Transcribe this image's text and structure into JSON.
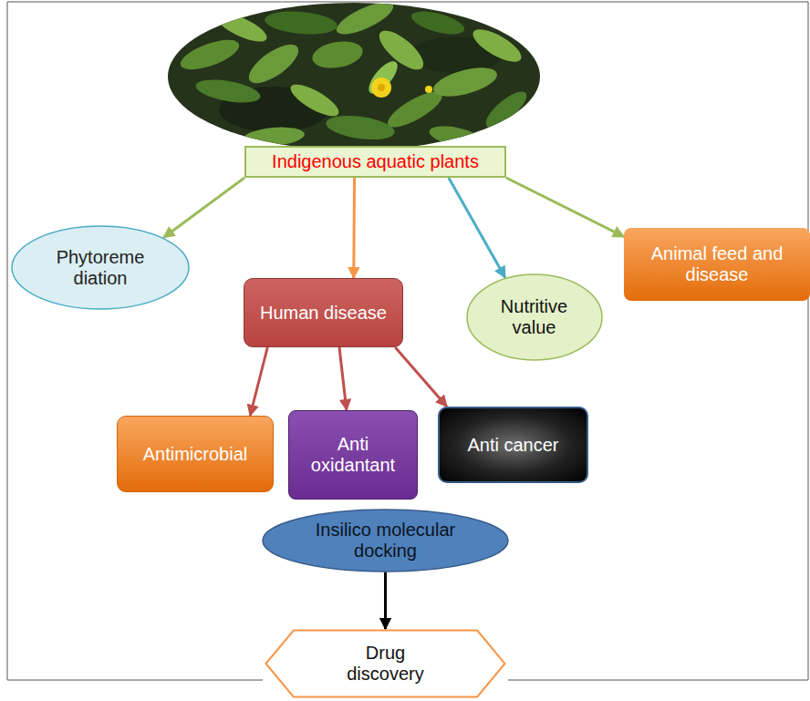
{
  "diagram": {
    "nodes": [
      {
        "text": [
          "Indigenous aquatic plants"
        ]
      },
      {
        "text": [
          "Phytoreme diation"
        ]
      },
      {
        "text": [
          "Human disease"
        ]
      },
      {
        "text": [
          "Nutritive value"
        ]
      },
      {
        "text": [
          "Animal feed and disease"
        ]
      },
      {
        "text": [
          "Antimicrobial"
        ]
      },
      {
        "text": [
          "Anti oxidantant"
        ]
      },
      {
        "text": [
          "Anti cancer"
        ]
      },
      {
        "text": [
          "Insilico molecular docking"
        ]
      },
      {
        "text": [
          "Drug discovery"
        ]
      }
    ],
    "edges": [
      {
        "from": 0,
        "to": 1,
        "arrow": "to"
      },
      {
        "from": 0,
        "to": 2,
        "arrow": "to"
      },
      {
        "from": 0,
        "to": 3,
        "arrow": "to"
      },
      {
        "from": 0,
        "to": 4,
        "arrow": "to"
      },
      {
        "from": 2,
        "to": 5,
        "arrow": "to"
      },
      {
        "from": 2,
        "to": 6,
        "arrow": "to"
      },
      {
        "from": 2,
        "to": 7,
        "arrow": "to"
      },
      {
        "from": 8,
        "to": 9,
        "arrow": "to"
      }
    ]
  }
}
